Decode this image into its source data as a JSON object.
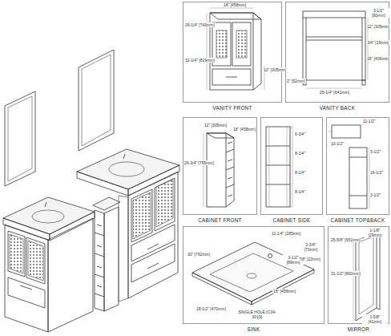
{
  "diagram": {
    "nodes": [
      {
        "text": [
          "VANITY FRONT"
        ]
      },
      {
        "text": [
          "VANITY BACK"
        ]
      },
      {
        "text": [
          "CABINET FRONT"
        ]
      },
      {
        "text": [
          "CABINET SIDE"
        ]
      },
      {
        "text": [
          "CABINET TOP&BACK"
        ]
      },
      {
        "text": [
          "SINK"
        ]
      },
      {
        "text": [
          "MIRROR"
        ]
      }
    ],
    "edges": [],
    "labels": [
      "29-1/4\" [743mm]",
      "18\" [458mm]",
      "32-1/4\" [819mm]",
      "12\" [305mm]",
      "3-1/2\" [90mm]",
      "12\" [305mm]",
      "3/4\" [19mm]",
      "16\" [406mm]",
      "2\" [52mm]",
      "25-1/4\" [641mm]",
      "12\" [305mm]",
      "18\" [458mm]",
      "29-3/4\" [755mm]",
      "6-3/4\"",
      "8-1/4\"",
      "8-1/4\"",
      "8-1/4\"",
      "10-1/2\"",
      "11-1/2\"",
      "3-1/2\"",
      "16-1/2\"",
      "3-1/2\"",
      "30\" [762mm]",
      "11-1/4\" [285mm]",
      "2-3/4\" [70mm]",
      "3-1/2\" [89mm]",
      "7/8\" [22mm]",
      "18\" [458mm]",
      "18-1/2\" [470mm]",
      "SINGLE HOLE (C04-3019)",
      "1-1/8\" [29mm]",
      "25-5/8\" [651mm]",
      "31-1/2\" [800mm]",
      "1-5/8\" [41mm]"
    ]
  }
}
